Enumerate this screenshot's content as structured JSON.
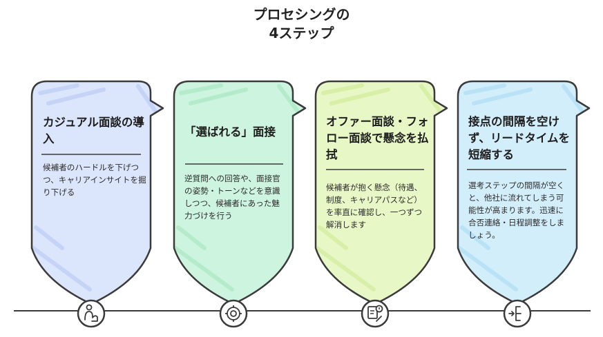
{
  "title": {
    "line1": "プロセシングの",
    "line2": "4ステップ"
  },
  "colors": {
    "card1": "#dbe5fb",
    "card2": "#cdf4de",
    "card3": "#e8f7c6",
    "card4": "#d3eefb",
    "outline": "#3a3a3a"
  },
  "steps": [
    {
      "heading": "カジュアル面談の導入",
      "description": "候補者のハードルを下げつつ、キャリアインサイトを掘り下げる",
      "icon": "person-hand-icon"
    },
    {
      "heading": "「選ばれる」面接",
      "description": "逆質問への回答や、面接官の姿勢・トーンなどを意識しつつ、候補者にあった魅力づけを行う",
      "icon": "target-icon"
    },
    {
      "heading": "オファー面談・フォロー面談で懸念を払拭",
      "description": "候補者が抱く懸念（待遇、制度、キャリアパスなど）を率直に確認し、一つずつ解消します",
      "icon": "document-alert-icon"
    },
    {
      "heading": "接点の間隔を空けず、リードタイムを短縮する",
      "description": "選考ステップの間隔が空くと、他社に流れてしまう可能性が高まります。迅速に合否連絡・日程調整をしましょう。",
      "icon": "arrow-list-icon"
    }
  ]
}
